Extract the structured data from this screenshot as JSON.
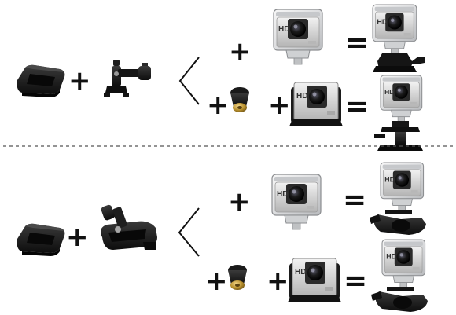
{
  "symbols": {
    "plus": "+",
    "equals": "="
  },
  "camera": {
    "badge": "HD"
  },
  "colors": {
    "mount_black": "#1c1c1c",
    "mount_dark": "#0e0e0e",
    "housing_clear": "#e9eaeb",
    "camera_silver": "#d8d8d8",
    "lens": "#111111",
    "brass_nut": "#b8902d",
    "divider": "#555555"
  },
  "sections": [
    {
      "name": "straight-mount-section",
      "rows": 2
    },
    {
      "name": "j-hook-mount-section",
      "rows": 2
    }
  ]
}
